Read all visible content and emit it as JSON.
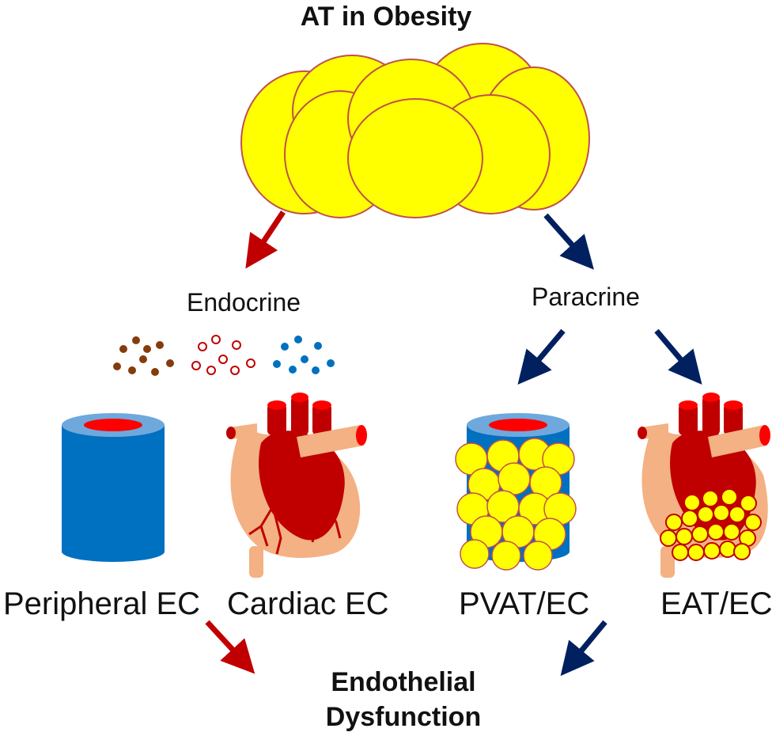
{
  "title": "AT in Obesity",
  "endocrine_label": "Endocrine",
  "paracrine_label": "Paracrine",
  "targets": {
    "peripheral": "Peripheral EC",
    "cardiac": "Cardiac EC",
    "pvat": "PVAT/EC",
    "eat": "EAT/EC"
  },
  "outcome": {
    "line1": "Endothelial",
    "line2": "Dysfunction"
  },
  "colors": {
    "adipocyte_fill": "#ffff00",
    "adipocyte_stroke": "#c0504d",
    "endocrine_arrow": "#c00000",
    "paracrine_arrow": "#002060",
    "vessel": "#0070c0",
    "vessel_lumen": "#ff0000",
    "heart": "#c00000",
    "heart_backdrop": "#f4b183",
    "factor_brown": "#843c0c",
    "factor_red_ring": "#c00000",
    "factor_blue": "#0070c0"
  }
}
